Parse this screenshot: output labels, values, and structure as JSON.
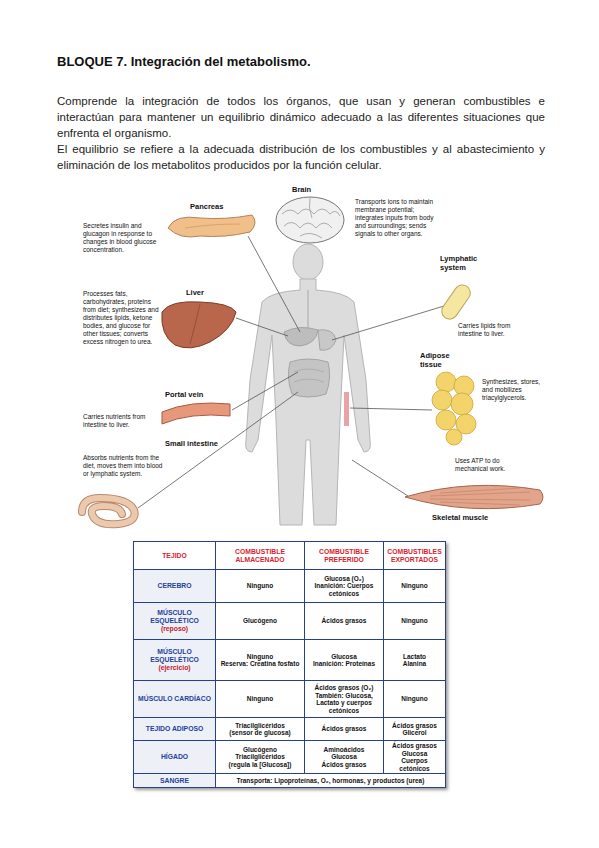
{
  "diagram": {
    "title": "BLOQUE 7. Integración del metabolismo.",
    "labels": [
      "Comprende la integración de todos los órganos, que usan y generan combustibles e interactúan para mantener un equilibrio dinámico adecuado a las diferentes situaciones que enfrenta el organismo.",
      "El equilibrio se refiere a la adecuada distribución de los combustibles y al abastecimiento y eliminación de los metabolitos producidos por la función celular.",
      "Pancreas",
      "Secretes insulin and glucagon in response to changes in blood glucose concentration.",
      "Brain",
      "Transports ions to maintain membrane potential; integrates inputs from body and surroundings; sends signals to other organs.",
      "Lymphatic system",
      "Carries lipids from intestine to liver.",
      "Liver",
      "Processes fats, carbohydrates, proteins from diet; synthesizes and distributes lipids, ketone bodies, and glucose for other tissues; converts excess nitrogen to urea.",
      "Adipose tissue",
      "Synthesizes, stores, and mobilizes triacylglycerols.",
      "Portal vein",
      "Carries nutrients from intestine to liver.",
      "Small intestine",
      "Absorbs nutrients from the diet, moves them into blood or lymphatic system.",
      "Skeletal muscle",
      "Uses ATP to do mechanical work.",
      "TEJIDO",
      "COMBUSTIBLE ALMACENADO",
      "COMBUSTIBLE PREFERIDO",
      "COMBUSTIBLES EXPORTADOS",
      "CEREBRO",
      "Ninguno",
      "Glucosa (O₂)",
      "Inanición: Cuerpos cetónicos",
      "Ninguno",
      "MÚSCULO ESQUELÉTICO",
      "(reposo)",
      "Glucógeno",
      "Ácidos grasos",
      "Ninguno",
      "MÚSCULO ESQUELÉTICO",
      "(ejercicio)",
      "Ninguno",
      "Reserva: Creatina fosfato",
      "Glucosa",
      "Inanición: Proteínas",
      "Lactato",
      "Alanina",
      "MÚSCULO CARDÍACO",
      "Ninguno",
      "Ácidos grasos (O₂)",
      "También: Glucosa, Lactato y cuerpos cetónicos",
      "Ninguno",
      "TEJIDO ADIPOSO",
      "Triacilglicéridos",
      "(sensor de glucosa)",
      "Ácidos grasos",
      "Ácidos grasos",
      "Glicerol",
      "HÍGADO",
      "Glucógeno",
      "Triacilglicéridos",
      "(regula la [Glucosa])",
      "Aminoácidos",
      "Glucosa",
      "Ácidos grasos",
      "Ácidos grasos",
      "Glucosa",
      "Cuerpos cetónicos",
      "SANGRE",
      "Transporta: Lipoproteínas, O₂, hormonas, y productos (urea)"
    ]
  }
}
